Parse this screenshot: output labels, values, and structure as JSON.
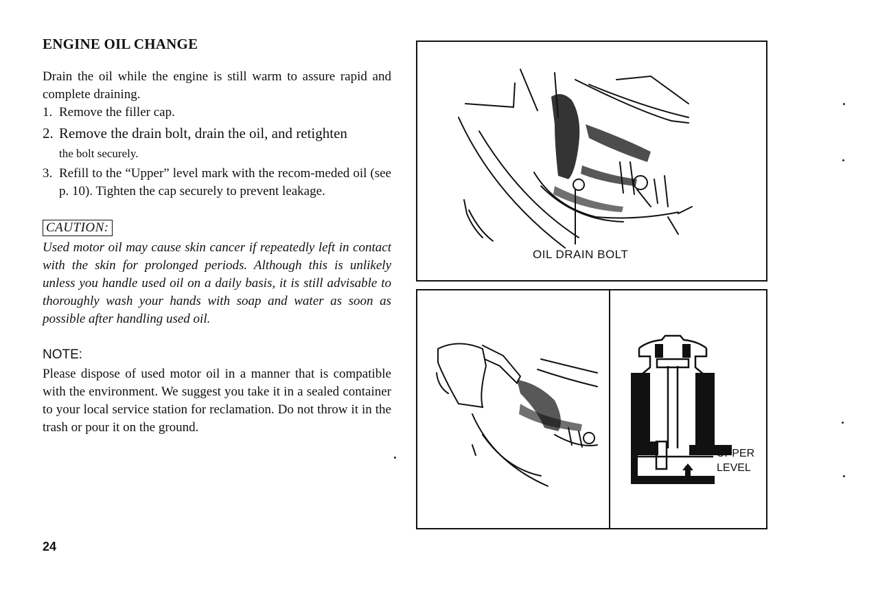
{
  "section": {
    "title": "ENGINE OIL CHANGE",
    "intro": "Drain the oil while the engine is still warm to assure rapid and complete draining.",
    "steps": [
      {
        "num": "1.",
        "text": "Remove the filler cap."
      },
      {
        "num": "2.",
        "text_main": "Remove the drain bolt, drain the oil, and retighten",
        "text_cont": "the bolt securely."
      },
      {
        "num": "3.",
        "text": "Refill to the “Upper” level mark with the recom-meded oil (see p. 10). Tighten the cap securely to prevent leakage."
      }
    ],
    "caution_label": "CAUTION:",
    "caution_text": "Used motor oil may cause skin cancer if repeatedly left in contact with the skin for prolonged periods. Although this is unlikely unless you handle used oil on a daily basis, it is still advisable to thoroughly wash your hands with soap and water as soon as possible after handling used oil.",
    "note_label": "NOTE:",
    "note_text": "Please dispose of used motor oil in a manner that is compatible with the environment. We suggest you take it in a sealed container to your local service station for reclamation. Do not throw it in the trash or pour it on the ground."
  },
  "page_number": "24",
  "figures": {
    "drain": {
      "label": "OIL DRAIN BOLT"
    },
    "level": {
      "label_line1": "UPPER",
      "label_line2": "LEVEL"
    }
  }
}
